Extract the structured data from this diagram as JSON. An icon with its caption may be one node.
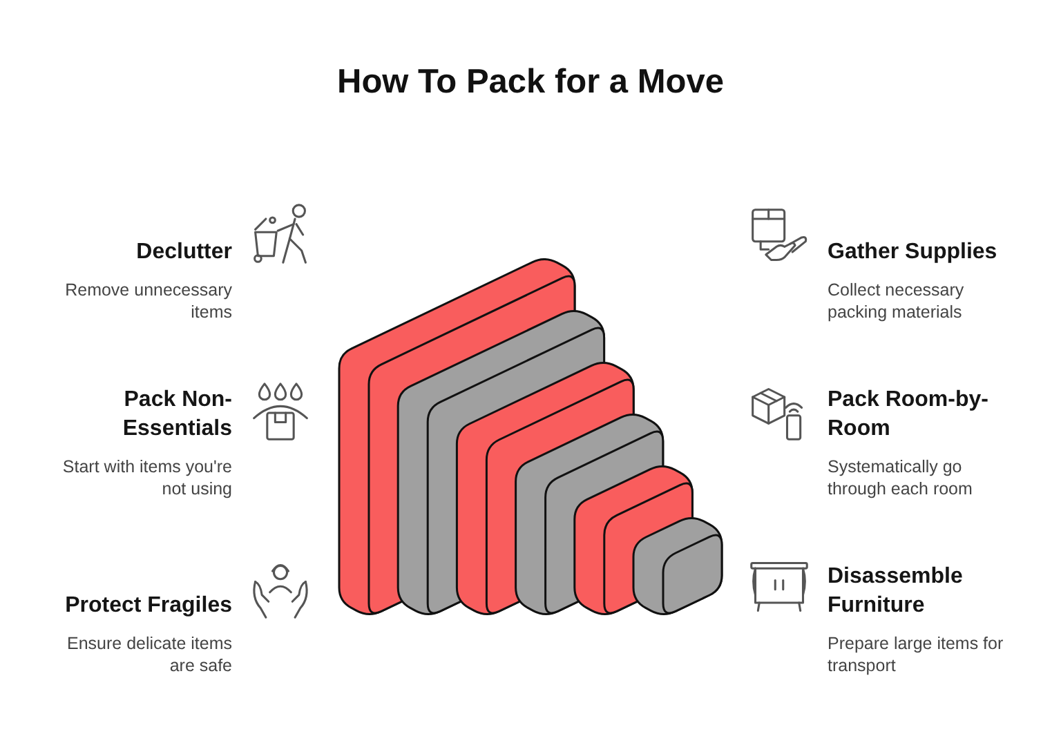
{
  "diagram": {
    "title": "How To Pack for a Move",
    "labels": [
      "Declutter",
      "Remove unnecessary items",
      "Gather Supplies",
      "Collect necessary packing materials",
      "Pack Non-Essentials",
      "Start with items you're not using",
      "Pack Room-by-Room",
      "Systematically go through each room",
      "Protect Fragiles",
      "Ensure delicate items are safe",
      "Disassemble Furniture",
      "Prepare large items for transport"
    ]
  }
}
